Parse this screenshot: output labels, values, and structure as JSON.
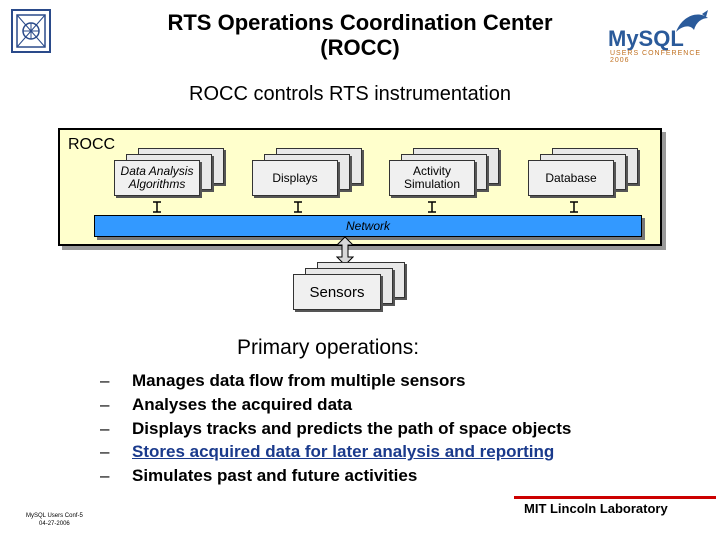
{
  "title_line1": "RTS Operations Coordination Center",
  "title_line2": "(ROCC)",
  "subtitle": "ROCC controls RTS instrumentation",
  "diagram": {
    "container_label": "ROCC",
    "modules": [
      {
        "label": "Data Analysis Algorithms"
      },
      {
        "label": "Displays"
      },
      {
        "label": "Activity Simulation"
      },
      {
        "label": "Database"
      }
    ],
    "network_label": "Network",
    "sensors_label": "Sensors"
  },
  "heading": "Primary operations:",
  "operations": [
    "Manages data flow from multiple sensors",
    "Analyses the acquired data",
    "Displays tracks and predicts the path of space objects",
    "Stores acquired data for later analysis and reporting",
    "Simulates past and future activities"
  ],
  "bullet": "–",
  "logo": {
    "word": "MySQL",
    "sub": "USERS CONFERENCE 2006"
  },
  "footer": {
    "line1": "MySQL Users Conf-5",
    "line2": "04-27-2006"
  },
  "lab": "MIT Lincoln Laboratory",
  "colors": {
    "panel": "#ffffcc",
    "network": "#3399ff",
    "accent": "#cc0000",
    "link": "#1a3a8c"
  }
}
